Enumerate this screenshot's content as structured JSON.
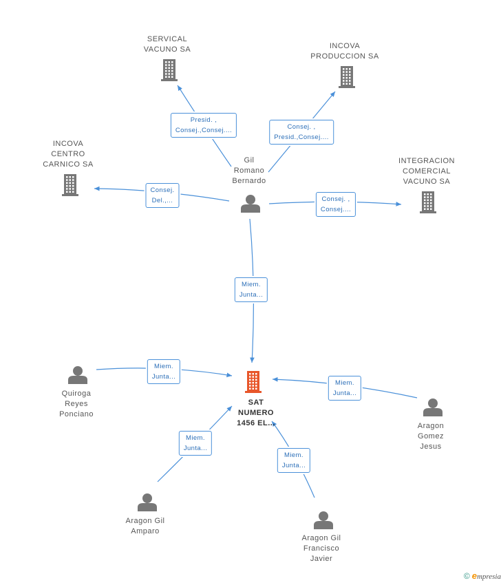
{
  "nodes": [
    {
      "id": "main",
      "kind": "company",
      "color": "#e8562a",
      "label": "SAT\nNUMERO\n1456 EL..."
    },
    {
      "id": "gil",
      "kind": "person",
      "color": "#777777",
      "label": "Gil\nRomano\nBernardo"
    },
    {
      "id": "servical",
      "kind": "company",
      "color": "#777777",
      "label": "SERVICAL\nVACUNO SA"
    },
    {
      "id": "incova_prod",
      "kind": "company",
      "color": "#777777",
      "label": "INCOVA\nPRODUCCION SA"
    },
    {
      "id": "incova_centro",
      "kind": "company",
      "color": "#777777",
      "label": "INCOVA\nCENTRO\nCARNICO SA"
    },
    {
      "id": "integracion",
      "kind": "company",
      "color": "#777777",
      "label": "INTEGRACION\nCOMERCIAL\nVACUNO SA"
    },
    {
      "id": "quiroga",
      "kind": "person",
      "color": "#777777",
      "label": "Quiroga\nReyes\nPonciano"
    },
    {
      "id": "aragon_gomez",
      "kind": "person",
      "color": "#777777",
      "label": "Aragon\nGomez\nJesus"
    },
    {
      "id": "aragon_amparo",
      "kind": "person",
      "color": "#777777",
      "label": "Aragon Gil\nAmparo"
    },
    {
      "id": "aragon_fj",
      "kind": "person",
      "color": "#777777",
      "label": "Aragon Gil\nFrancisco\nJavier"
    }
  ],
  "edges": [
    {
      "from": "gil",
      "to": "servical",
      "label": "Presid. ,\nConsej.,Consej...."
    },
    {
      "from": "gil",
      "to": "incova_prod",
      "label": "Consej. ,\nPresid.,Consej...."
    },
    {
      "from": "gil",
      "to": "incova_centro",
      "label": "Consej.\nDel.,..."
    },
    {
      "from": "gil",
      "to": "integracion",
      "label": "Consej. ,\nConsej...."
    },
    {
      "from": "gil",
      "to": "main",
      "label": "Miem.\nJunta..."
    },
    {
      "from": "quiroga",
      "to": "main",
      "label": "Miem.\nJunta..."
    },
    {
      "from": "aragon_gomez",
      "to": "main",
      "label": "Miem.\nJunta..."
    },
    {
      "from": "aragon_amparo",
      "to": "main",
      "label": "Miem.\nJunta..."
    },
    {
      "from": "aragon_fj",
      "to": "main",
      "label": "Miem.\nJunta..."
    }
  ],
  "colors": {
    "edge": "#4a90d9",
    "edge_text": "#2c6fb8",
    "main": "#e8562a",
    "node": "#777777"
  },
  "brand": {
    "copyright": "©",
    "e": "e",
    "rest": "mpresia"
  }
}
